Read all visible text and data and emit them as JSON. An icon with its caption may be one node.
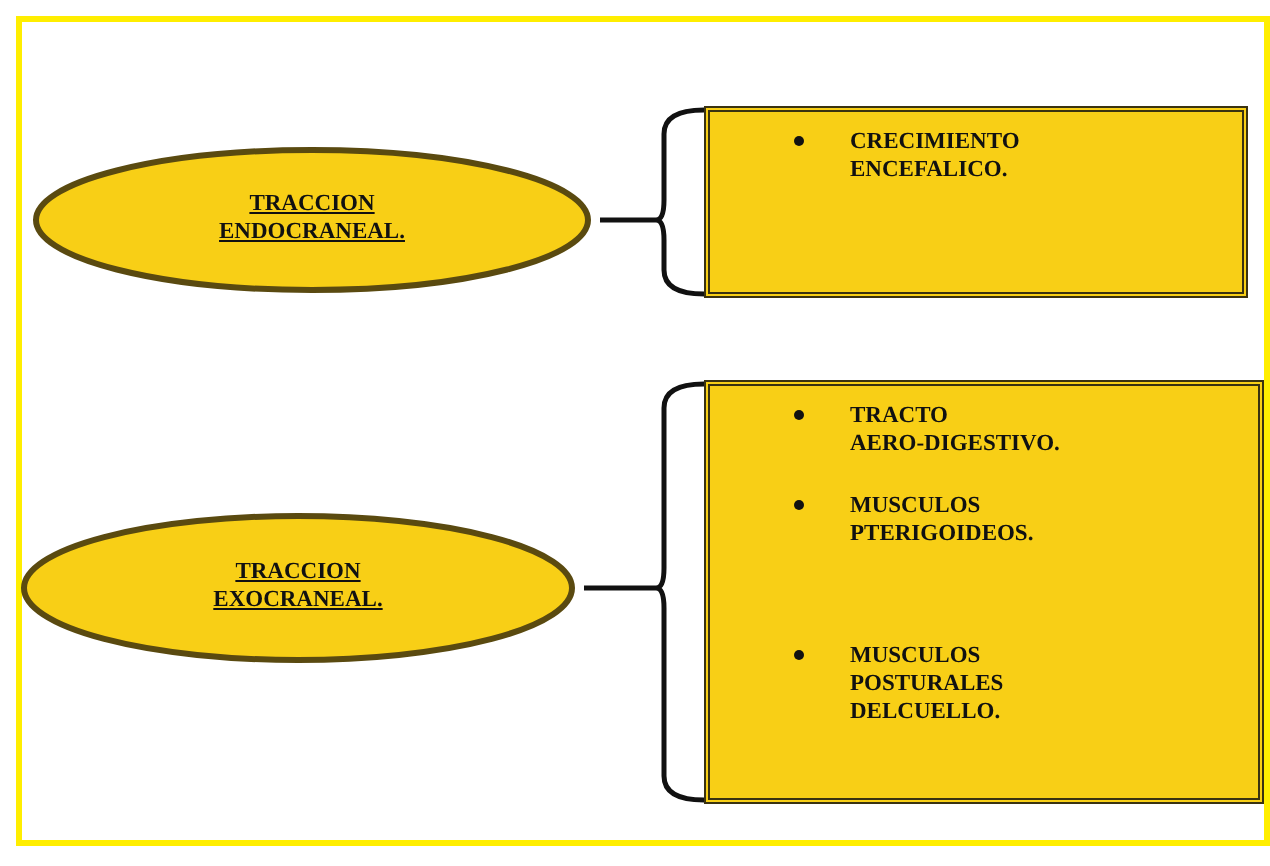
{
  "diagram": {
    "nodes": [
      {
        "text": [
          "TRACCION ENDOCRANEAL."
        ]
      },
      {
        "text": [
          "CRECIMIENTO ENCEFALICO."
        ]
      },
      {
        "text": [
          "TRACCION EXOCRANEAL."
        ]
      },
      {
        "text": [
          "TRACTO AERO-DIGESTIVO.",
          "MUSCULOS PTERIGOIDEOS.",
          "MUSCULOS POSTURALES DELCUELLO."
        ]
      }
    ],
    "edges": [
      {
        "from": 0,
        "to": 1,
        "arrow": "other"
      },
      {
        "from": 2,
        "to": 3,
        "arrow": "other"
      }
    ]
  }
}
